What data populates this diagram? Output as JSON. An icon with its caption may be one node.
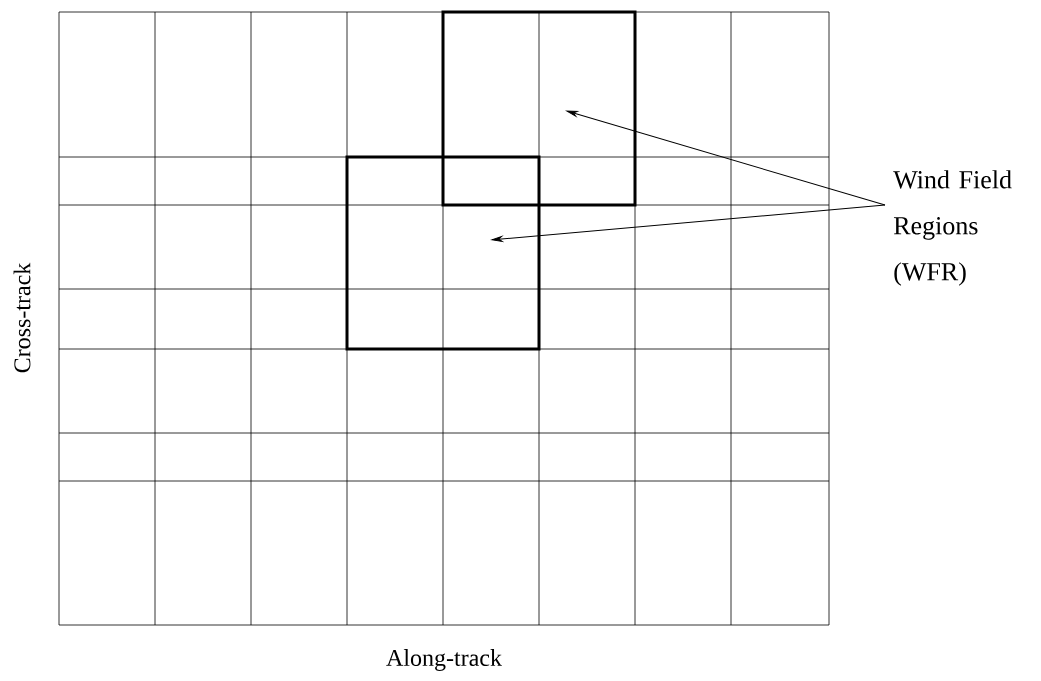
{
  "diagram": {
    "nodes": [
      {
        "text": [
          "Wind Field Regions (WFR)"
        ]
      },
      {
        "text": [],
        "shape": "box"
      },
      {
        "text": [],
        "shape": "box"
      }
    ],
    "edges": [
      {
        "from": 0,
        "to": 1,
        "arrow": "to"
      },
      {
        "from": 0,
        "to": 2,
        "arrow": "to"
      }
    ],
    "labels": [
      "Cross-track",
      "Along-track"
    ]
  }
}
